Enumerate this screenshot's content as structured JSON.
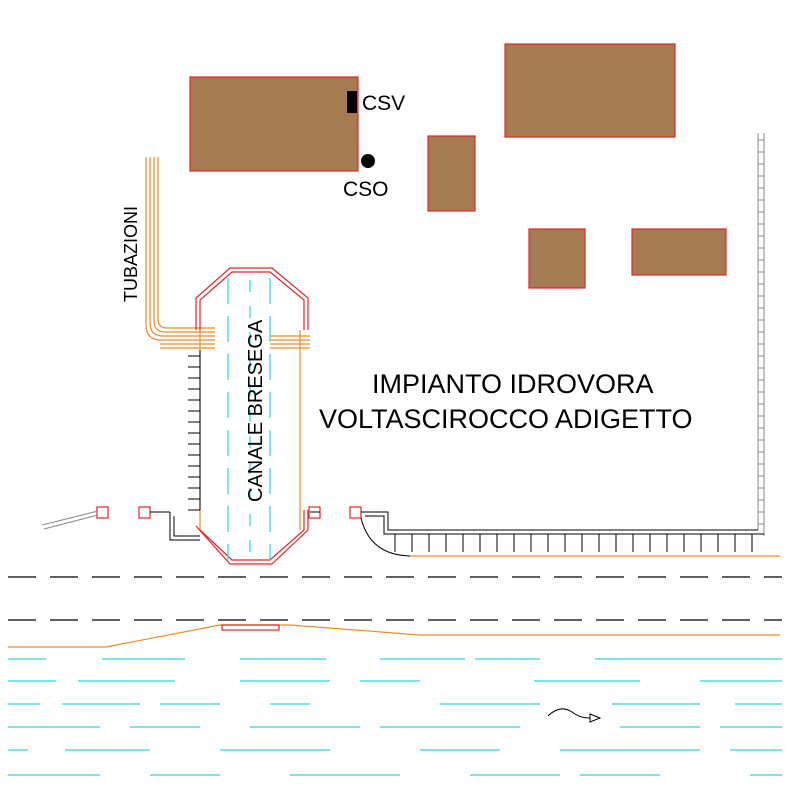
{
  "labels": {
    "csv": "CSV",
    "cso": "CSO",
    "pipes": "TUBAZIONI",
    "canal": "CANALE BRESEGA",
    "plant_line1": "IMPIANTO IDROVORA",
    "plant_line2": "VOLTASCIROCCO ADIGETTO"
  },
  "colors": {
    "building_fill": "#a57c52",
    "building_outline": "#e0262a",
    "pipe": "#ee8a2a",
    "water": "#2dd6dd",
    "structure": "#000000"
  },
  "icons": {
    "csv_marker": "filled-rectangle",
    "cso_marker": "filled-circle",
    "flow_arrow": "arrow-icon"
  }
}
